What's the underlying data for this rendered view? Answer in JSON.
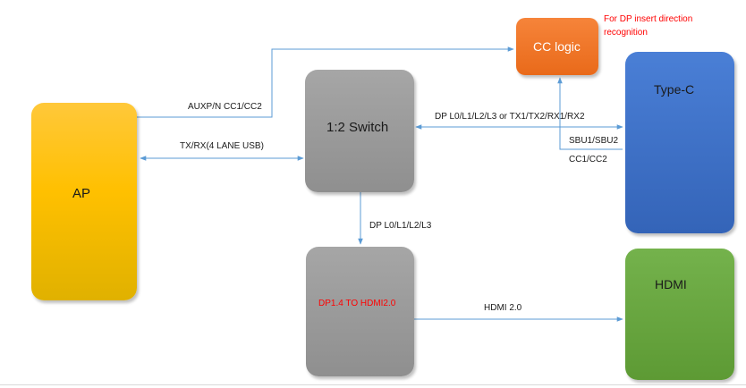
{
  "diagram": {
    "blocks": {
      "ap": {
        "label": "AP",
        "color": "#ffc000"
      },
      "switch": {
        "label": "1:2 Switch",
        "color": "#a6a6a6"
      },
      "dp_to_hdmi": {
        "label": "DP1.4 TO HDMI2.0",
        "color": "#a6a6a6",
        "label_color": "#ff0000"
      },
      "cc_logic": {
        "label": "CC logic",
        "color": "#ed7d31"
      },
      "type_c": {
        "label": "Type-C",
        "color": "#4472c4"
      },
      "hdmi": {
        "label": "HDMI",
        "color": "#70ad47"
      }
    },
    "annotation": {
      "text_line1": "For DP insert direction",
      "text_line2": "recognition",
      "color": "#ff0000"
    },
    "edges": {
      "aux_cc": "AUXP/N CC1/CC2",
      "usb": "TX/RX(4 LANE USB)",
      "dp_or_usb": "DP L0/L1/L2/L3 or TX1/TX2/RX1/RX2",
      "sbu": "SBU1/SBU2",
      "cc": "CC1/CC2",
      "dp_lanes": "DP L0/L1/L2/L3",
      "hdmi_link": "HDMI 2.0"
    },
    "arrow_color": "#5b9bd5"
  }
}
